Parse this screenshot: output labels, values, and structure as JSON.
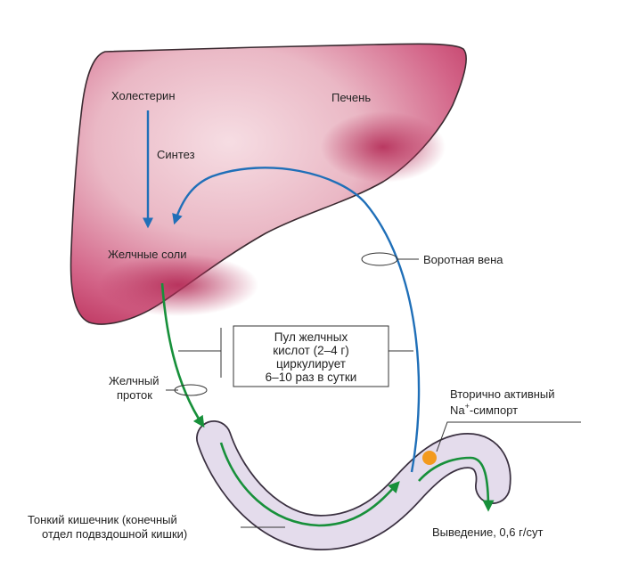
{
  "labels": {
    "cholesterol": "Холестерин",
    "liver": "Печень",
    "synthesis": "Синтез",
    "bile_salts": "Желчные соли",
    "portal_vein": "Воротная вена",
    "bile_duct_line1": "Желчный",
    "bile_duct_line2": "проток",
    "pool_line1": "Пул желчных",
    "pool_line2": "кислот (2–4 г)",
    "pool_line3": "циркулирует",
    "pool_line4": "6–10 раз в сутки",
    "symport_line1": "Вторично активный",
    "symport_na": "Na",
    "symport_plus": "+",
    "symport_rest": "-симпорт",
    "intestine_line1": "Тонкий кишечник (конечный",
    "intestine_line2": "отдел подвздошной кишки)",
    "excretion": "Выведение, 0,6 г/сут"
  },
  "colors": {
    "liver_light": "#f2cdd6",
    "liver_dark": "#c03a64",
    "liver_outline": "#3a2a30",
    "intestine_fill": "#e4dcec",
    "intestine_outline": "#3a3040",
    "blue_arrow": "#1f6fb8",
    "green_arrow": "#17903a",
    "transporter": "#f39a1e"
  }
}
